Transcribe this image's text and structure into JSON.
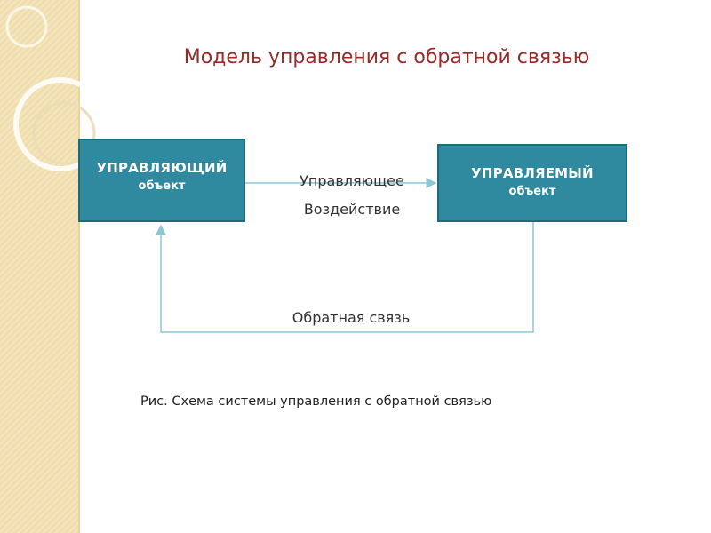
{
  "slide": {
    "title": "Модель управления с обратной связью",
    "caption": "Рис. Схема системы управления с обратной связью"
  },
  "diagram": {
    "controller": {
      "line1": "УПРАВЛЯЮЩИЙ",
      "line2": "объект"
    },
    "controlled": {
      "line1": "УПРАВЛЯЕМЫЙ",
      "line2": "объект"
    },
    "control_action": {
      "line1": "Управляющее",
      "line2": "Воздействие"
    },
    "feedback_label": "Обратная связь"
  },
  "colors": {
    "title": "#9a2a27",
    "box_fill": "#2f8a9f",
    "box_border": "#1e6b7c",
    "connector": "#8ec7d4",
    "side_band": "#efdcaa"
  }
}
